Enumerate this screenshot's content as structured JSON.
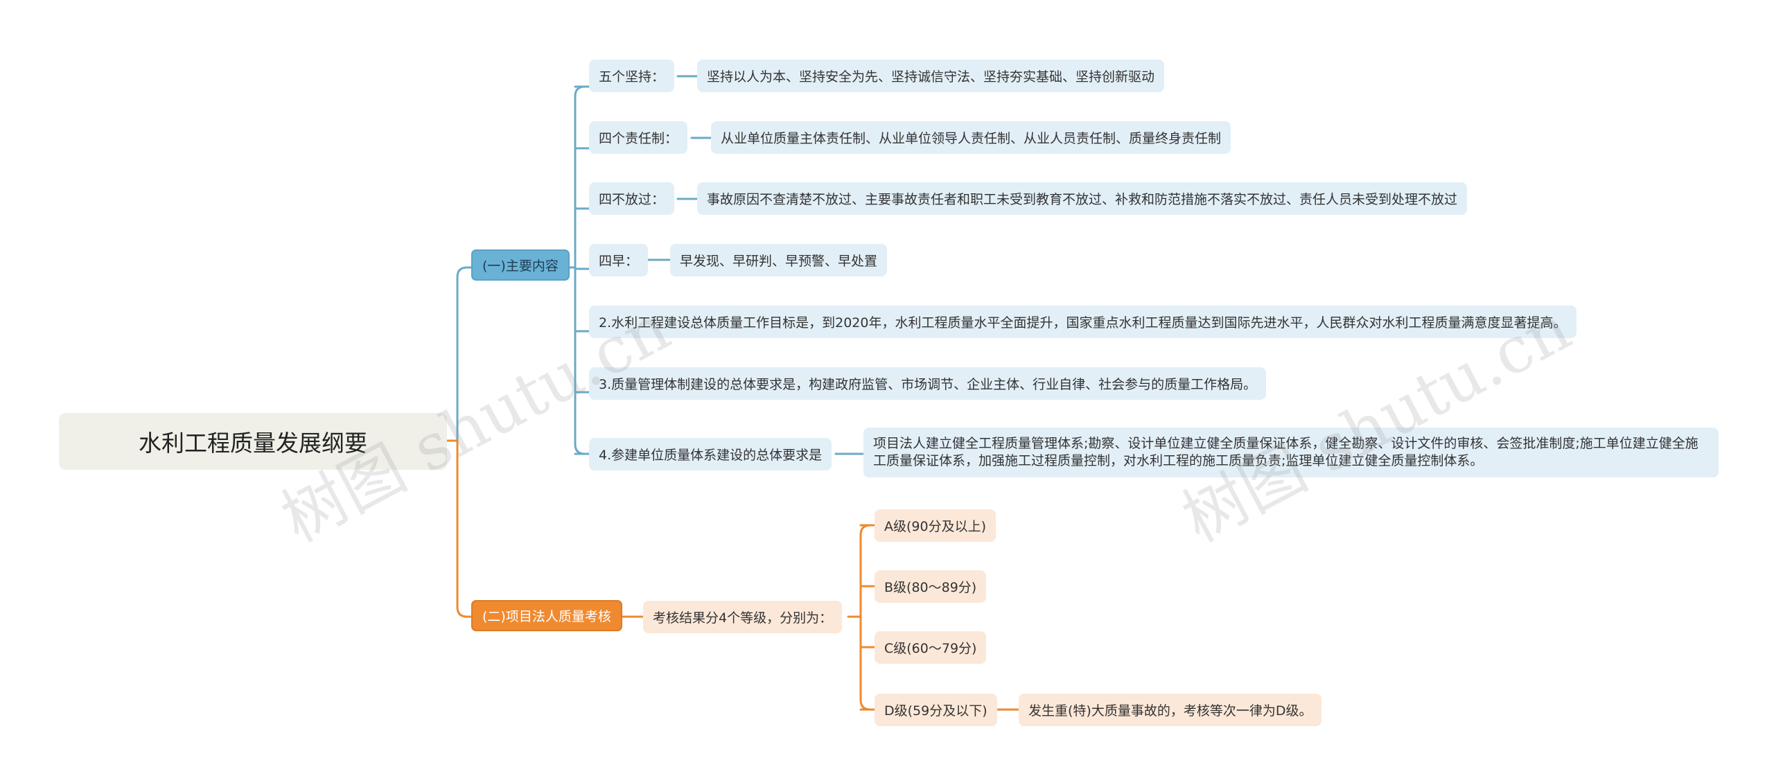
{
  "root": {
    "title": "水利工程质量发展纲要"
  },
  "branches": [
    {
      "label": "(一)主要内容",
      "items": [
        {
          "label": "五个坚持：",
          "detail": "坚持以人为本、坚持安全为先、坚持诚信守法、坚持夯实基础、坚持创新驱动"
        },
        {
          "label": "四个责任制：",
          "detail": "从业单位质量主体责任制、从业单位领导人责任制、从业人员责任制、质量终身责任制"
        },
        {
          "label": "四不放过：",
          "detail": "事故原因不查清楚不放过、主要事故责任者和职工未受到教育不放过、补救和防范措施不落实不放过、责任人员未受到处理不放过"
        },
        {
          "label": "四早：",
          "detail": "早发现、早研判、早预警、早处置"
        },
        {
          "label": "2.水利工程建设总体质量工作目标是，到2020年，水利工程质量水平全面提升，国家重点水利工程质量达到国际先进水平，人民群众对水利工程质量满意度显著提高。"
        },
        {
          "label": "3.质量管理体制建设的总体要求是，构建政府监管、市场调节、企业主体、行业自律、社会参与的质量工作格局。"
        },
        {
          "label": "4.参建单位质量体系建设的总体要求是",
          "detail": "项目法人建立健全工程质量管理体系;勘察、设计单位建立健全质量保证体系，健全勘察、设计文件的审核、会签批准制度;施工单位建立健全施工质量保证体系，加强施工过程质量控制，对水利工程的施工质量负责;监理单位建立健全质量控制体系。"
        }
      ]
    },
    {
      "label": "(二)项目法人质量考核",
      "items": [
        {
          "label": "考核结果分4个等级，分别为：",
          "grades": [
            {
              "label": "A级(90分及以上)"
            },
            {
              "label": "B级(80～89分)"
            },
            {
              "label": "C级(60～79分)"
            },
            {
              "label": "D级(59分及以下)",
              "detail": "发生重(特)大质量事故的，考核等次一律为D级。"
            }
          ]
        }
      ]
    }
  ],
  "watermarks": [
    "树图 shutu.cn",
    "树图 shutu.cn"
  ],
  "colors": {
    "blue_line": "#6aaac8",
    "orange_line": "#ee8a2e",
    "blue_node": "#6ab1d6",
    "orange_node": "#ef8a30",
    "blue_leaf": "#e2eff7",
    "orange_leaf": "#fce8d8",
    "root_bg": "#f0f0e8"
  }
}
